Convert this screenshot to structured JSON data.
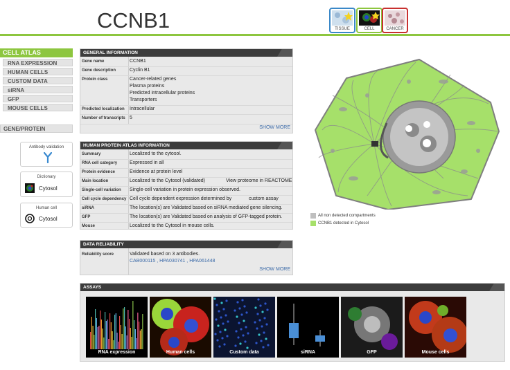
{
  "header": {
    "gene_title": "CCNB1"
  },
  "top_tabs": [
    {
      "label": "TISSUE",
      "color": "#3a88c8"
    },
    {
      "label": "CELL",
      "color": "#8dc63f"
    },
    {
      "label": "CANCER",
      "color": "#c8302f"
    }
  ],
  "nav": {
    "active": "CELL ATLAS",
    "items": [
      "RNA EXPRESSION",
      "HUMAN CELLS",
      "CUSTOM DATA",
      "siRNA",
      "GFP",
      "MOUSE CELLS"
    ],
    "gene_protein": "GENE/PROTEIN"
  },
  "side_boxes": {
    "antibody": {
      "title": "Antibody validation"
    },
    "dictionary": {
      "title": "Dictionary",
      "value": "Cytosol"
    },
    "human_cell": {
      "title": "Human cell",
      "value": "Cytosol"
    }
  },
  "general": {
    "title": "GENERAL INFORMATION",
    "rows": {
      "gene_name": {
        "k": "Gene name",
        "v": "CCNB1"
      },
      "gene_desc": {
        "k": "Gene description",
        "v": "Cyclin B1"
      },
      "protein_class": {
        "k": "Protein class",
        "v": [
          "Cancer-related genes",
          "Plasma proteins",
          "Predicted intracellular proteins",
          "Transporters"
        ]
      },
      "pred_loc": {
        "k": "Predicted localization",
        "v": "Intracellular"
      },
      "transcripts": {
        "k": "Number of transcripts",
        "v": "5"
      }
    },
    "more": "SHOW MORE"
  },
  "hpa": {
    "title": "HUMAN PROTEIN ATLAS INFORMATION",
    "rows": {
      "summary": {
        "k": "Summary",
        "v": "Localized to the cytosol."
      },
      "rna_cat": {
        "k": "RNA cell category",
        "v": "Expressed in all"
      },
      "evidence": {
        "k": "Protein evidence",
        "v": "Evidence at protein level"
      },
      "main_loc": {
        "k": "Main location",
        "v": "Localized to the Cytosol (validated)",
        "link": "View proteome in REACTOME"
      },
      "single_cell": {
        "k": "Single-cell variation",
        "v": "Single-cell variation in protein expression observed."
      },
      "cycle": {
        "k": "Cell cycle dependency",
        "v": "Cell cycle dependent expression determined by",
        "link": "custom assay"
      },
      "sirna": {
        "k": "siRNA",
        "v": "The location(s) are Validated based on siRNA mediated gene silencing."
      },
      "gfp": {
        "k": "GFP",
        "v": "The location(s) are Validated based on analysis of GFP-tagged protein."
      },
      "mouse": {
        "k": "Mouse",
        "v": "Localized to the Cytosol in mouse cells."
      }
    }
  },
  "reliability": {
    "title": "DATA RELIABILITY",
    "k": "Reliability score",
    "v": "Validated based on 3 antibodies.",
    "antibodies": [
      "CAB000115",
      "HPA030741",
      "HPA061448"
    ],
    "sep": ",",
    "more": "SHOW MORE"
  },
  "legend": {
    "not_detected": {
      "text": "All non detected compartments",
      "color": "#bfbfbf"
    },
    "detected": {
      "text": "CCNB1 detected in Cytosol",
      "color": "#a6e06a"
    }
  },
  "assays": {
    "title": "ASSAYS",
    "tiles": [
      "RNA expression",
      "Human cells",
      "Custom data",
      "siRNA",
      "GFP",
      "Mouse cells"
    ]
  }
}
